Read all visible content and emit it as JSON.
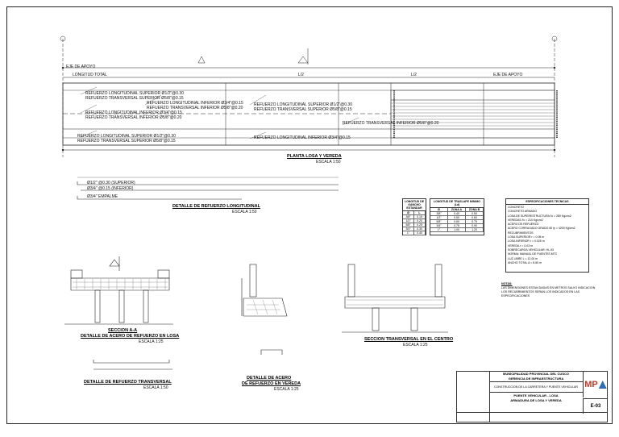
{
  "plan": {
    "title": "PLANTA LOSA Y VEREDA",
    "scale": "ESCALA 1:50",
    "callouts": [
      "REFUERZO LONGITUDINAL SUPERIOR Ø1/2\"@0.30",
      "REFUERZO TRANSVERSAL SUPERIOR Ø5/8\"@0.15",
      "REFUERZO LONGITUDINAL INFERIOR Ø3/4\"@0.15",
      "REFUERZO TRANSVERSAL INFERIOR Ø5/8\"@0.20",
      "REFUERZO LONGITUDINAL SUPERIOR Ø1/2\"@0.30",
      "REFUERZO TRANSVERSAL SUPERIOR Ø5/8\"@0.15",
      "REFUERZO LONGITUDINAL INFERIOR Ø3/4\"@0.15",
      "REFUERZO TRANSVERSAL INFERIOR Ø5/8\"@0.20",
      "REFUERZO LONGITUDINAL SUPERIOR Ø1/2\"@0.30",
      "REFUERZO TRANSVERSAL SUPERIOR Ø5/8\"@0.15",
      "REFUERZO LONGITUDINAL INFERIOR Ø3/4\"@0.15",
      "REFUERZO TRANSVERSAL INFERIOR Ø5/8\"@0.20"
    ],
    "dims": [
      "LONGITUD TOTAL",
      "L/2",
      "L/2",
      "EJE DE APOYO",
      "EJE DE APOYO"
    ]
  },
  "long_detail": {
    "title": "DETALLE DE REFUERZO LONGITUDINAL",
    "scale": "ESCALA 1:50",
    "rows": [
      "Ø1/2\" @0.30 (SUPERIOR)",
      "Ø3/4\" @0.15 (INFERIOR)",
      "Ø3/4\" EMPALME"
    ]
  },
  "section_a": {
    "title": "SECCION A-A",
    "subtitle": "DETALLE DE ACERO DE REFUERZO EN LOSA",
    "scale": "ESCALA 1:25"
  },
  "trans_detail": {
    "title": "DETALLE DE REFUERZO TRANSVERSAL",
    "scale": "ESCALA 1:50"
  },
  "acero_detail": {
    "title": "DETALLE DE ACERO",
    "subtitle": "DE REFUERZO EN VEREDA",
    "scale": "ESCALA 1:25"
  },
  "sec_trans": {
    "title": "SECCION TRANSVERSAL EN EL CENTRO",
    "scale": "ESCALA 1:25"
  },
  "table1": {
    "header": "LONGITUD DE GANCHO ESTANDAR",
    "rows": [
      [
        "Ø",
        "L"
      ],
      [
        "3/8\"",
        "0.15"
      ],
      [
        "1/2\"",
        "0.20"
      ],
      [
        "5/8\"",
        "0.25"
      ],
      [
        "3/4\"",
        "0.30"
      ],
      [
        "1\"",
        "0.40"
      ]
    ]
  },
  "table2": {
    "header": "LONGITUD DE TRASLAPE MINIMO (Ld)",
    "rows": [
      [
        "Ø",
        "ZONA A",
        "ZONA B"
      ],
      [
        "3/8\"",
        "0.40",
        "0.50"
      ],
      [
        "1/2\"",
        "0.50",
        "0.60"
      ],
      [
        "5/8\"",
        "0.60",
        "0.75"
      ],
      [
        "3/4\"",
        "0.75",
        "0.90"
      ],
      [
        "1\"",
        "1.00",
        "1.20"
      ]
    ]
  },
  "specs": {
    "header": "ESPECIFICACIONES TECNICAS",
    "lines": [
      "CONCRETO",
      "CONCRETO ARMADO",
      "LOSA DE SUPERESTRUCTURA    f'c = 280 Kg/cm2",
      "VEREDAS                    f'c = 210 Kg/cm2",
      "ACERO DE REFUERZO",
      "ACERO CORRUGADO GRADO 60   fy = 4200 Kg/cm2",
      "RECUBRIMIENTOS",
      "LOSA SUPERIOR    r = 0.05 m",
      "LOSA INFERIOR    r = 0.025 m",
      "VEREDA           r = 0.03 m",
      "SOBRECARGA VEHICULAR: HL-93",
      "NORMA: MANUAL DE PUENTES MTC",
      "LUZ LIBRE    L = 12.00 m",
      "ANCHO TOTAL  A = 8.60 m"
    ]
  },
  "notes": {
    "header": "NOTAS:",
    "items": [
      "LAS DIMENSIONES ESTAN DADAS EN METROS SALVO INDICACION",
      "LOS RECUBRIMIENTOS SERAN LOS INDICADOS EN LAS ESPECIFICACIONES"
    ]
  },
  "title_block": {
    "org_lines": [
      "MUNICIPALIDAD PROVINCIAL DEL CUSCO",
      "GERENCIA DE INFRAESTRUCTURA"
    ],
    "project": "CONSTRUCCION DE LA CARRETERA Y PUENTE VEHICULAR",
    "sheet_desc": "PUENTE VEHICULAR - LOSA",
    "sheet_sub": "ARMADURA DE LOSA Y VEREDA",
    "sheet_no": "E-03",
    "logo_text": "MP"
  }
}
